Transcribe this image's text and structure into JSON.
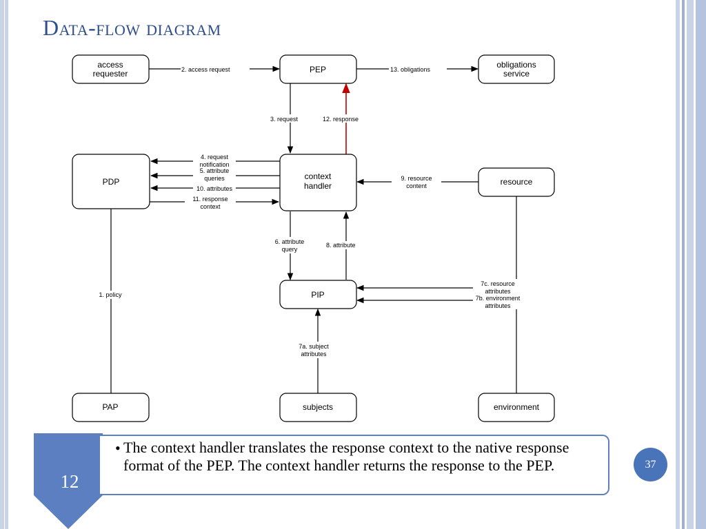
{
  "slide": {
    "title": "Data-flow diagram",
    "step_number": "12",
    "bullet": "•",
    "description": "The context handler translates the response context to the native response format of the PEP. The context handler returns the response to the PEP.",
    "page_number": "37",
    "colors": {
      "title": "#2f4e8c",
      "accent": "#4a74b9",
      "highlight_arrow": "#c00000",
      "frame": "#c9d3e6"
    }
  },
  "diagram": {
    "nodes": {
      "access_requester": [
        "access",
        "requester"
      ],
      "pep": [
        "PEP"
      ],
      "obligations_service": [
        "obligations",
        "service"
      ],
      "pdp": [
        "PDP"
      ],
      "context_handler": [
        "context",
        "handler"
      ],
      "resource": [
        "resource"
      ],
      "pip": [
        "PIP"
      ],
      "pap": [
        "PAP"
      ],
      "subjects": [
        "subjects"
      ],
      "environment": [
        "environment"
      ]
    },
    "edges": {
      "access_request": [
        "2. access request"
      ],
      "obligations": [
        "13. obligations"
      ],
      "request": [
        "3. request"
      ],
      "response": [
        "12. response"
      ],
      "request_notification": [
        "4. request",
        "notification"
      ],
      "attribute_queries": [
        "5. attribute",
        "queries"
      ],
      "attributes": [
        "10. attributes"
      ],
      "response_context": [
        "11. response",
        "context"
      ],
      "resource_content": [
        "9. resource",
        "content"
      ],
      "attribute_query": [
        "6. attribute",
        "query"
      ],
      "attribute": [
        "8. attribute"
      ],
      "resource_attributes": [
        "7c. resource",
        "attributes"
      ],
      "environment_attributes": [
        "7b. environment",
        "attributes"
      ],
      "subject_attributes": [
        "7a. subject",
        "attributes"
      ],
      "policy": [
        "1. policy"
      ]
    }
  }
}
